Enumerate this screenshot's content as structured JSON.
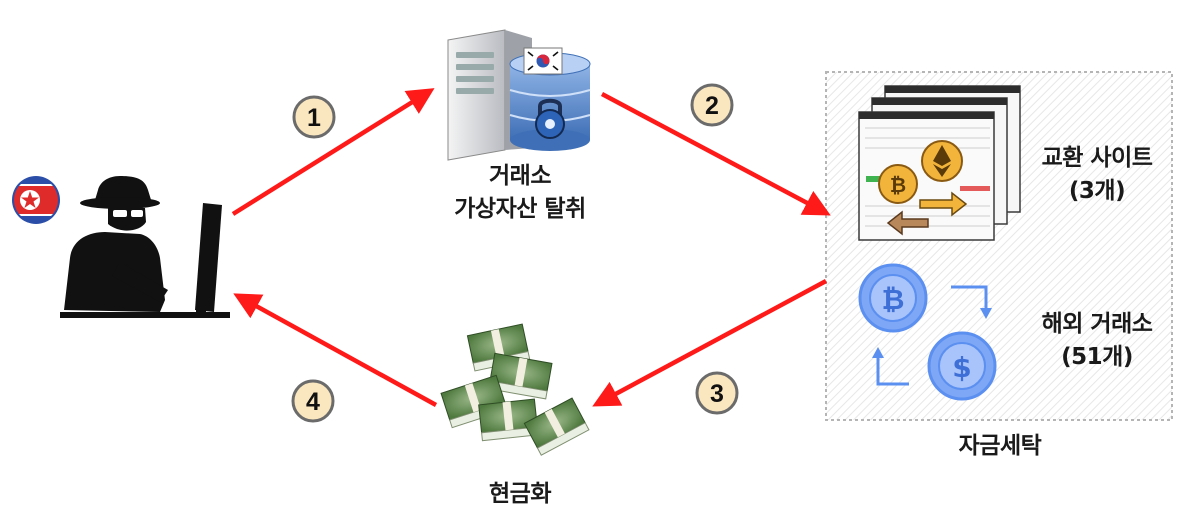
{
  "steps": [
    "1",
    "2",
    "3",
    "4"
  ],
  "exchange": {
    "line1": "거래소",
    "line2": "가상자산 탈취"
  },
  "laundering": {
    "title": "자금세탁",
    "swap": {
      "line1": "교환 사이트",
      "line2": "(3개)"
    },
    "overseas": {
      "line1": "해외 거래소",
      "line2": "(51개)"
    }
  },
  "cashout": {
    "label": "현금화"
  },
  "colors": {
    "arrow": "#ff1a1a",
    "badge_fill": "#fbe7bf",
    "badge_stroke": "#6b6b6b",
    "coin_gold": "#f2b43a",
    "coin_blue": "#5b8ff0",
    "money_green": "#5f8a4d"
  },
  "icons": {
    "hacker": "hacker-at-computer-icon",
    "north_korea_flag": "north-korea-flag-icon",
    "server": "exchange-server-database-icon",
    "south_korea_flag": "south-korea-flag-icon",
    "swap_sites": "crypto-swap-sites-icon",
    "overseas": "overseas-exchange-coins-icon",
    "cash": "cash-stacks-icon"
  }
}
